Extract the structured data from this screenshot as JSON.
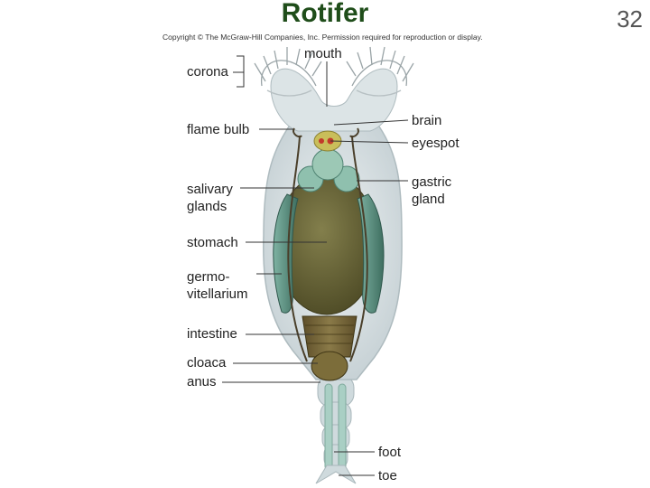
{
  "title": "Rotifer",
  "slide_number": "32",
  "copyright": "Copyright © The McGraw-Hill Companies, Inc. Permission required for reproduction or display.",
  "labels": {
    "mouth": "mouth",
    "corona": "corona",
    "flame_bulb": "flame bulb",
    "brain": "brain",
    "eyespot": "eyespot",
    "gastric_gland_1": "gastric",
    "gastric_gland_2": "gland",
    "salivary_glands_1": "salivary",
    "salivary_glands_2": "glands",
    "stomach": "stomach",
    "germovitellarium_1": "germo-",
    "germovitellarium_2": "vitellarium",
    "intestine": "intestine",
    "cloaca": "cloaca",
    "anus": "anus",
    "foot": "foot",
    "toe": "toe"
  },
  "colors": {
    "title": "#1f4d1a",
    "body": "#d4dde0",
    "stomach": "#6e6a3c",
    "gland": "#5f9080",
    "eyespot": "#c23a2a",
    "brain": "#c9be5a"
  }
}
